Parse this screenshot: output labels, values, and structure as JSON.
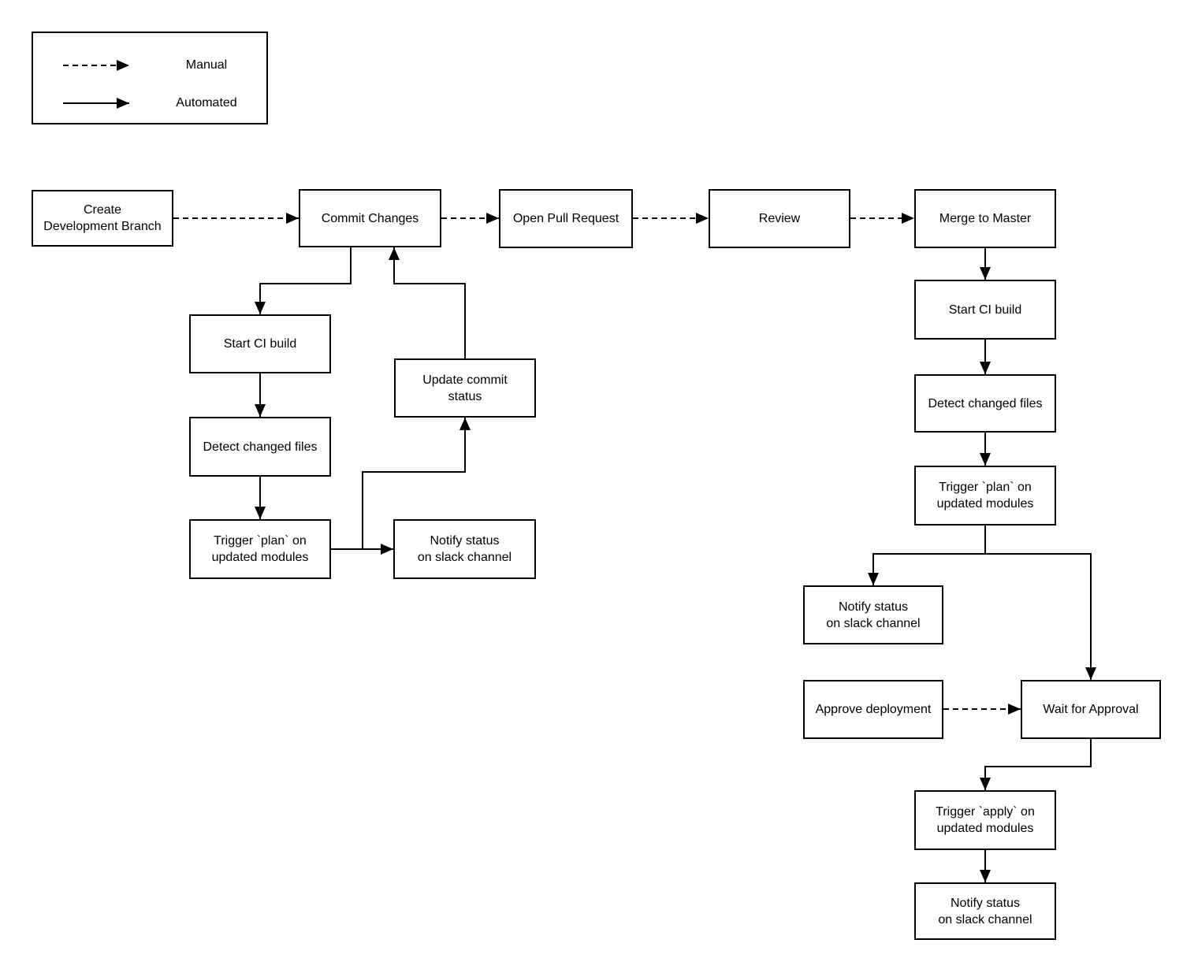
{
  "legend": {
    "manual": "Manual",
    "automated": "Automated"
  },
  "nodes": {
    "create_dev_branch": "Create\nDevelopment Branch",
    "commit_changes": "Commit Changes",
    "open_pull_request": "Open Pull Request",
    "review": "Review",
    "merge_to_master": "Merge to Master",
    "start_ci_build_feature": "Start CI build",
    "detect_changed_files_feature": "Detect changed files",
    "trigger_plan_feature": "Trigger `plan` on\nupdated modules",
    "update_commit_status": "Update commit\nstatus",
    "notify_status_feature": "Notify status\non slack channel",
    "start_ci_build_master": "Start CI build",
    "detect_changed_files_master": "Detect changed files",
    "trigger_plan_master": "Trigger `plan` on\nupdated modules",
    "notify_status_plan": "Notify status\non slack channel",
    "approve_deployment": "Approve deployment",
    "wait_for_approval": "Wait for Approval",
    "trigger_apply": "Trigger `apply` on\nupdated modules",
    "notify_status_apply": "Notify status\non slack channel"
  },
  "edges": [
    {
      "from": "create_dev_branch",
      "to": "commit_changes",
      "type": "manual"
    },
    {
      "from": "commit_changes",
      "to": "open_pull_request",
      "type": "manual"
    },
    {
      "from": "open_pull_request",
      "to": "review",
      "type": "manual"
    },
    {
      "from": "review",
      "to": "merge_to_master",
      "type": "manual"
    },
    {
      "from": "approve_deployment",
      "to": "wait_for_approval",
      "type": "manual"
    },
    {
      "from": "commit_changes",
      "to": "start_ci_build_feature",
      "type": "automated"
    },
    {
      "from": "start_ci_build_feature",
      "to": "detect_changed_files_feature",
      "type": "automated"
    },
    {
      "from": "detect_changed_files_feature",
      "to": "trigger_plan_feature",
      "type": "automated"
    },
    {
      "from": "trigger_plan_feature",
      "to": "notify_status_feature",
      "type": "automated"
    },
    {
      "from": "trigger_plan_feature",
      "to": "update_commit_status",
      "type": "automated"
    },
    {
      "from": "update_commit_status",
      "to": "commit_changes",
      "type": "automated"
    },
    {
      "from": "merge_to_master",
      "to": "start_ci_build_master",
      "type": "automated"
    },
    {
      "from": "start_ci_build_master",
      "to": "detect_changed_files_master",
      "type": "automated"
    },
    {
      "from": "detect_changed_files_master",
      "to": "trigger_plan_master",
      "type": "automated"
    },
    {
      "from": "trigger_plan_master",
      "to": "notify_status_plan",
      "type": "automated"
    },
    {
      "from": "trigger_plan_master",
      "to": "wait_for_approval",
      "type": "automated"
    },
    {
      "from": "wait_for_approval",
      "to": "trigger_apply",
      "type": "automated"
    },
    {
      "from": "trigger_apply",
      "to": "notify_status_apply",
      "type": "automated"
    }
  ],
  "colors": {
    "background": "#ffffff",
    "line": "#000000",
    "text": "#000000"
  }
}
